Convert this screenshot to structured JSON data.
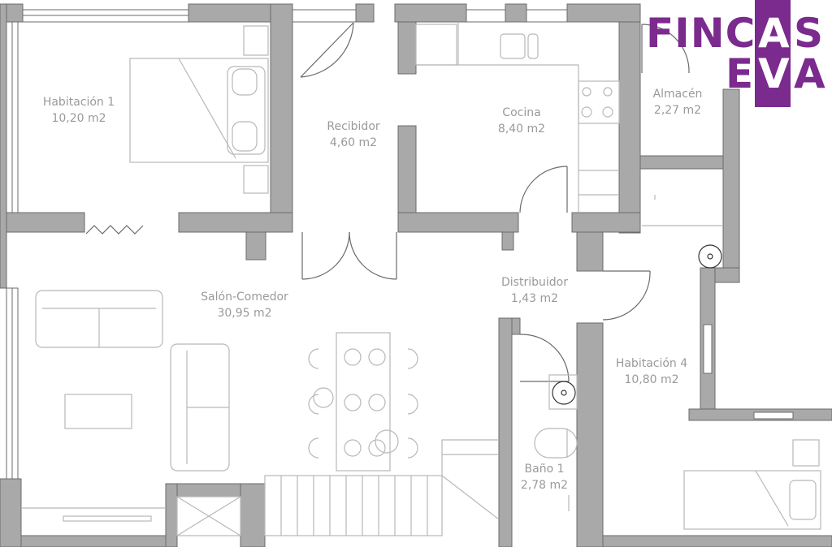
{
  "logo": {
    "line1_left": "FINC",
    "line1_inverted": "A",
    "line1_right": "S",
    "line2_left": "E",
    "line2_inverted": "V",
    "line2_right": "A",
    "brand_color": "#7b2a8e"
  },
  "colors": {
    "wall": "#a9a9a9",
    "wall_edge": "#6b6b6b",
    "furniture": "#b8b8b8",
    "label": "#9a9a9a"
  },
  "rooms": [
    {
      "name": "Habitación 1",
      "area": "10,20 m2"
    },
    {
      "name": "Recibidor",
      "area": "4,60 m2"
    },
    {
      "name": "Cocina",
      "area": "8,40 m2"
    },
    {
      "name": "Almacén",
      "area": "2,27 m2"
    },
    {
      "name": "Salón-Comedor",
      "area": "30,95 m2"
    },
    {
      "name": "Distribuidor",
      "area": "1,43 m2"
    },
    {
      "name": "Habitación 4",
      "area": "10,80 m2"
    },
    {
      "name": "Baño 1",
      "area": "2,78 m2"
    }
  ]
}
